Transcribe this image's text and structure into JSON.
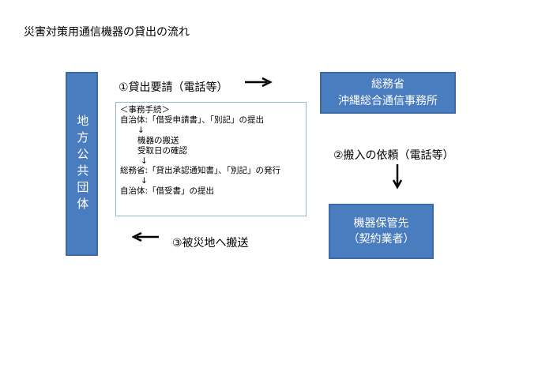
{
  "title": "災害対策用通信機器の貸出の流れ",
  "boxes": {
    "left": "地方公共団体",
    "ministry_line1": "総務省",
    "ministry_line2": "沖縄総合通信事務所",
    "storage_line1": "機器保管先",
    "storage_line2": "（契約業者）"
  },
  "steps": {
    "step1": "①貸出要請（電話等）",
    "step2": "②搬入の依頼（電話等）",
    "step3": "③被災地へ搬送"
  },
  "procedure": {
    "header": "＜事務手続＞",
    "l1": "自治体:「借受申請書」、「別記」の提出",
    "down1": "↓",
    "l2": "機器の搬送",
    "l3": "受取日の確認",
    "down2": "↓",
    "l4": "総務省:「貸出承認通知書」、「別記」の発行",
    "down3": "↓",
    "l5": "自治体:「借受書」の提出"
  }
}
